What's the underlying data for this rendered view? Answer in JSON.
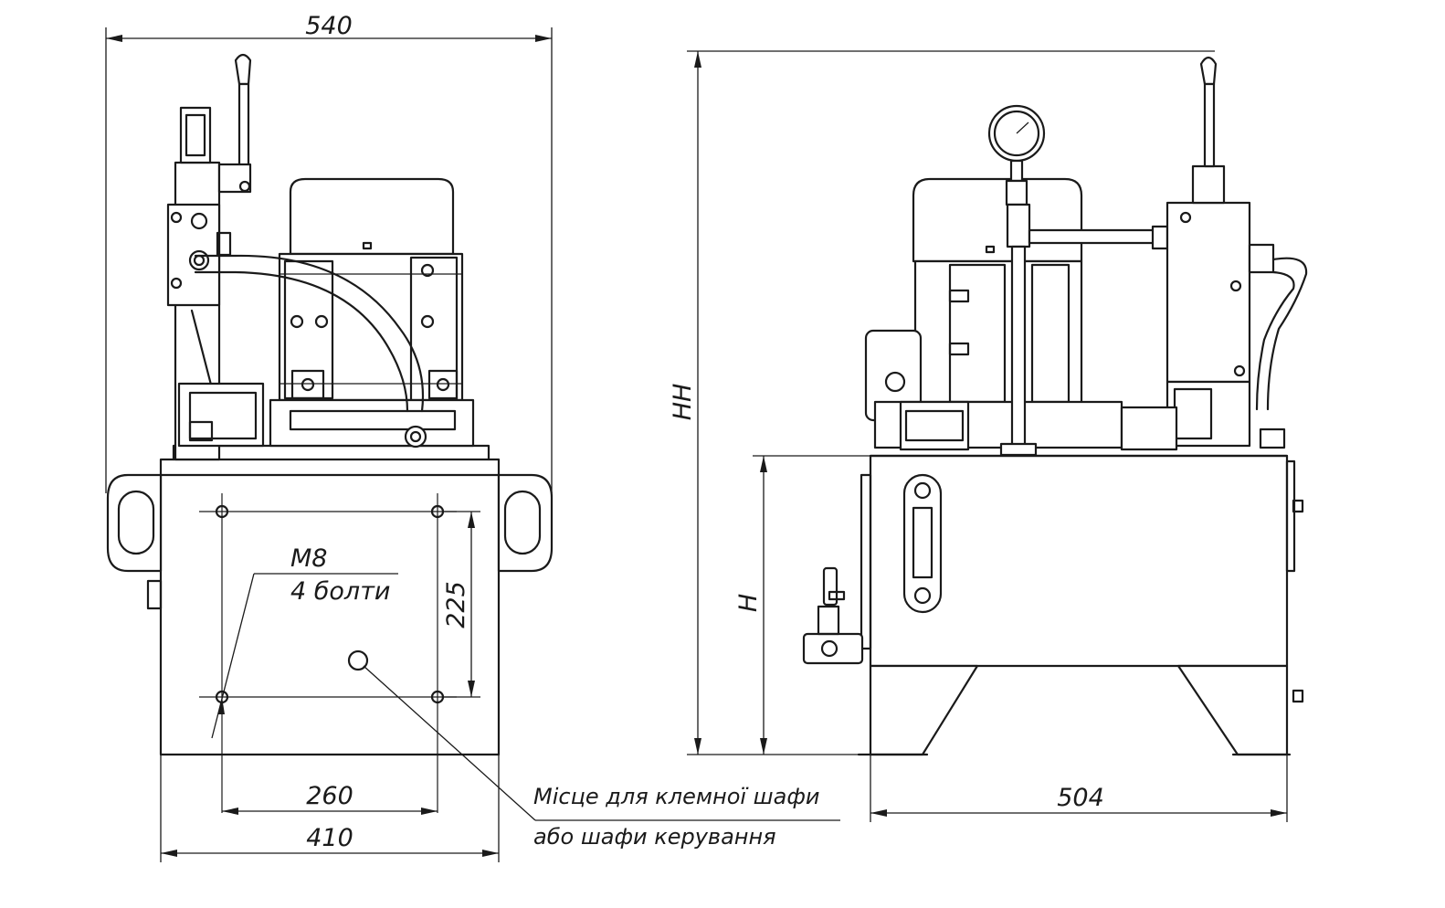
{
  "dimensions": {
    "overall_width": "540",
    "tank_width": "410",
    "bolt_spacing_horizontal": "260",
    "bolt_spacing_vertical": "225",
    "side_length": "504",
    "overall_height": "HH",
    "tank_height": "H"
  },
  "annotations": {
    "bolt_thread": "M8",
    "bolt_count": "4 болти",
    "terminal_box_line1": "Місце для клемної шафи",
    "terminal_box_line2": "або шафи керування"
  },
  "views": [
    "front-view",
    "side-view"
  ],
  "icons": [
    "pressure-gauge-icon",
    "control-lever-icon",
    "drain-valve-icon",
    "oil-level-gauge-icon"
  ]
}
